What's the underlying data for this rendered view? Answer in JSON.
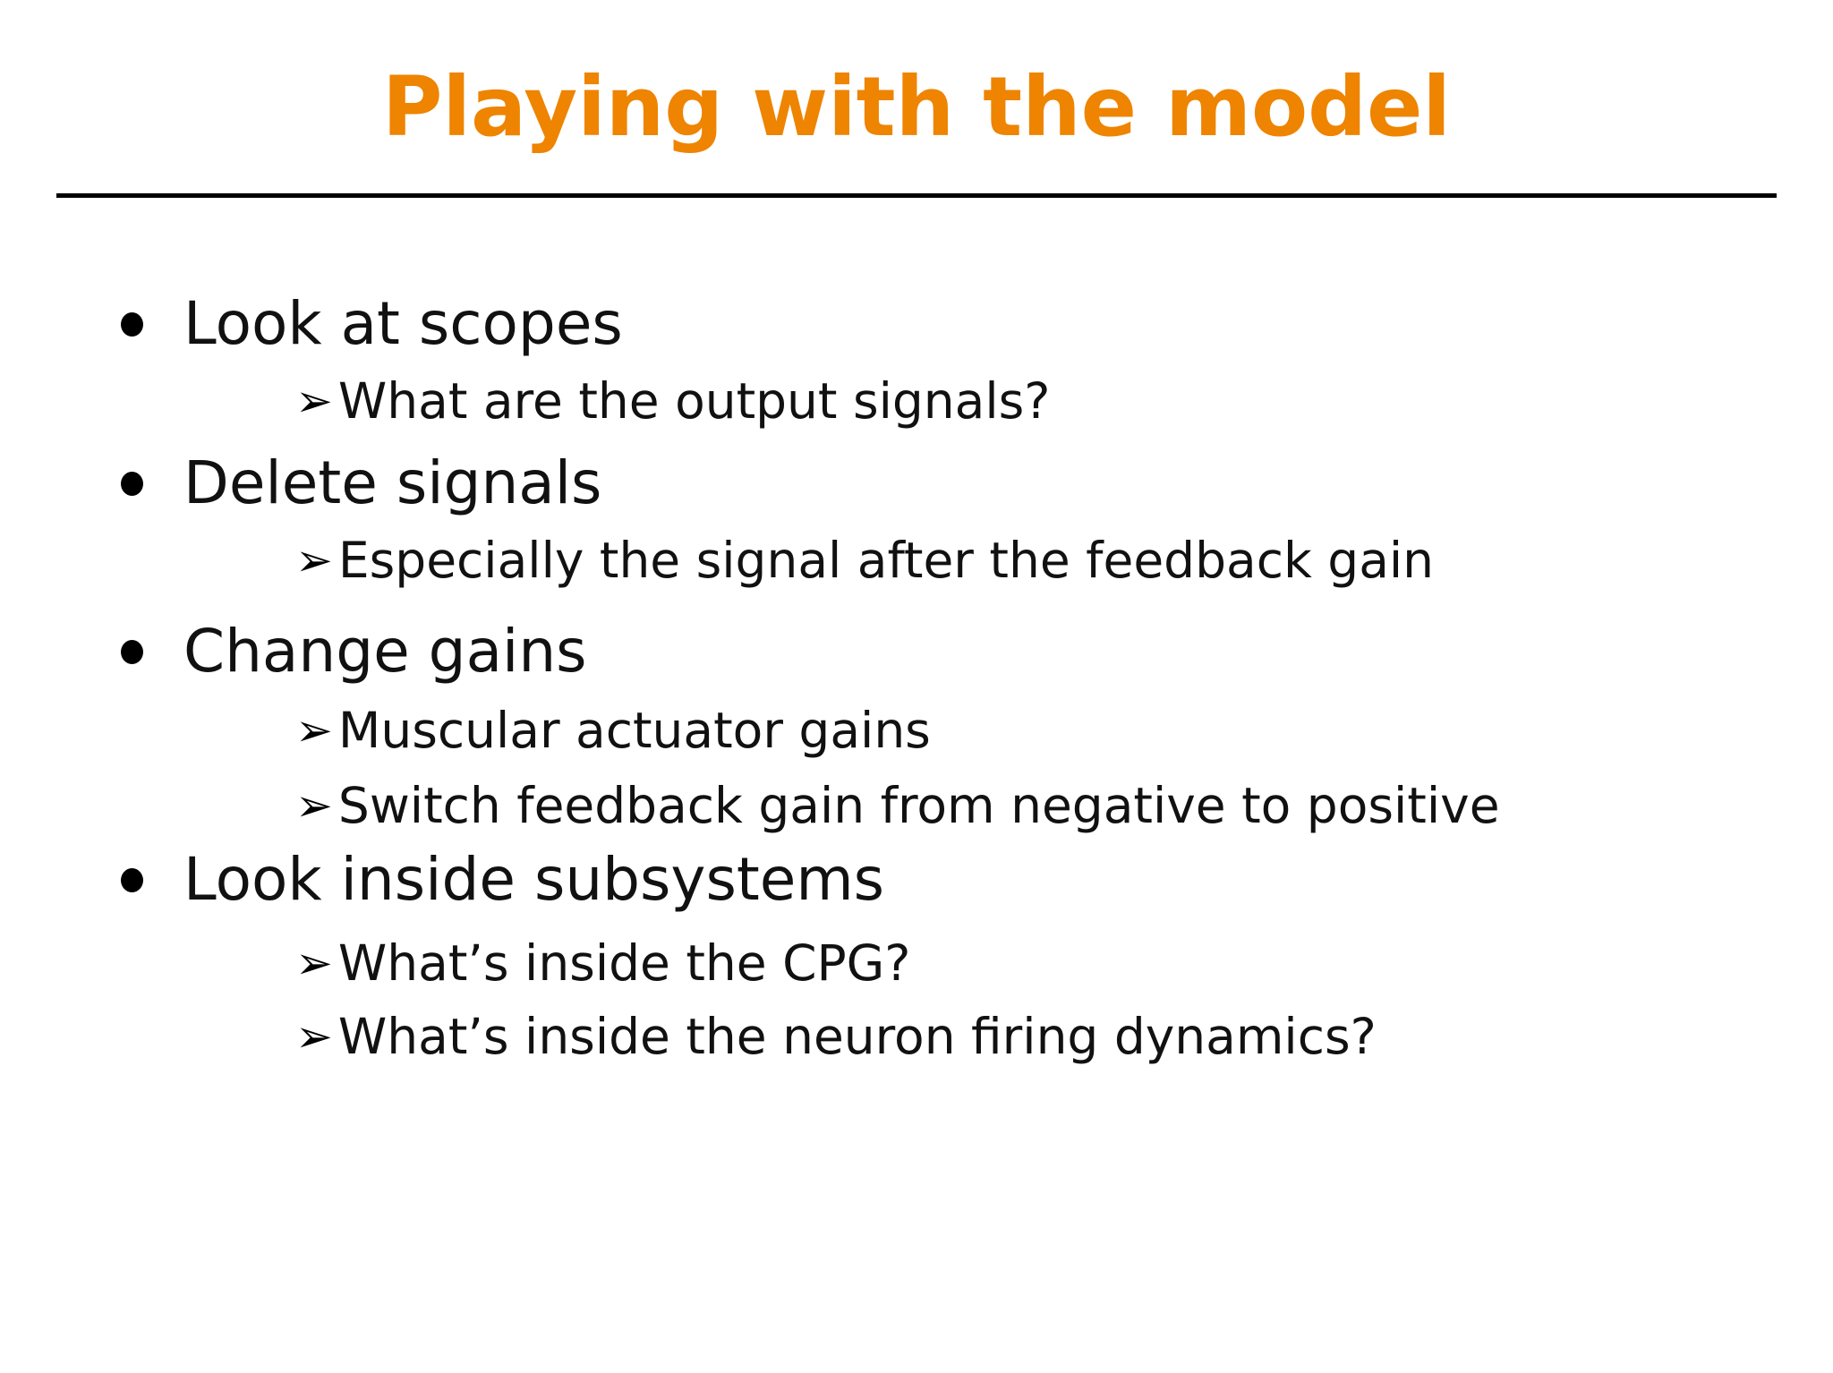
{
  "slide": {
    "title": "Playing with the model",
    "title_color": "#EE8400",
    "underline_color": "#000000",
    "background_color": "#FFFFFF",
    "text_color": "#111111",
    "markers": {
      "level1": "•",
      "level2": "➢"
    },
    "bullets": [
      {
        "level": 1,
        "text": "Look at scopes"
      },
      {
        "level": 2,
        "text": "What are the output signals?"
      },
      {
        "level": 1,
        "text": "Delete signals"
      },
      {
        "level": 2,
        "text": "Especially the signal after the feedback gain"
      },
      {
        "level": 1,
        "text": "Change gains"
      },
      {
        "level": 2,
        "text": "Muscular actuator gains"
      },
      {
        "level": 2,
        "text": "Switch feedback gain from negative to positive"
      },
      {
        "level": 1,
        "text": "Look inside subsystems"
      },
      {
        "level": 2,
        "text": "What’s inside the CPG?"
      },
      {
        "level": 2,
        "text": "What’s inside the neuron firing dynamics?"
      }
    ]
  }
}
